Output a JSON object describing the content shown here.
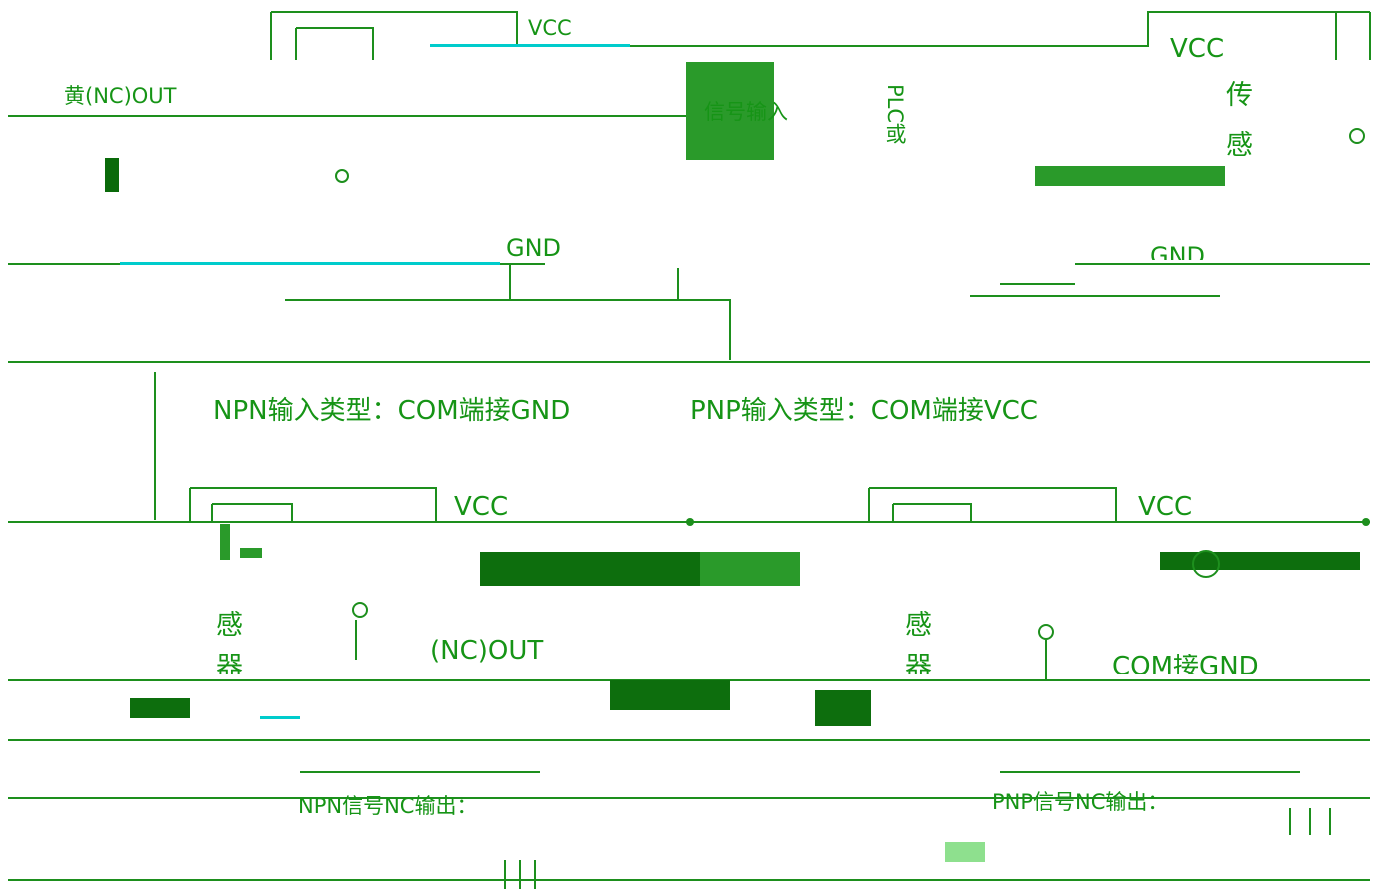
{
  "colors": {
    "line": "#1d8f1d",
    "dark": "#0a6a0a",
    "mid": "#3aa83a",
    "cyan": "#00d0d0"
  },
  "top": {
    "vcc_left": "VCC",
    "vcc_right": "VCC",
    "gnd_left": "GND",
    "gnd_right": "GND",
    "yellow_out": "黄(NC)OUT",
    "signal_input": "信号输入",
    "plc": "PLC或",
    "sensor_chars": [
      "传",
      "感"
    ]
  },
  "captions": {
    "npn_input": "NPN输入类型：COM端接GND",
    "pnp_input": "PNP输入类型：COM端接VCC"
  },
  "bottom": {
    "vcc_left": "VCC",
    "vcc_right": "VCC",
    "sensor_left": [
      "感",
      "器"
    ],
    "sensor_right": [
      "感",
      "器"
    ],
    "nc_out": "(NC)OUT",
    "com_gnd": "COM接GND",
    "npn_nc": "NPN信号NC输出：",
    "pnp_nc": "PNP信号NC输出："
  },
  "icons": [
    "switch-contact-icon",
    "junction-dot-icon",
    "lamp-icon"
  ]
}
